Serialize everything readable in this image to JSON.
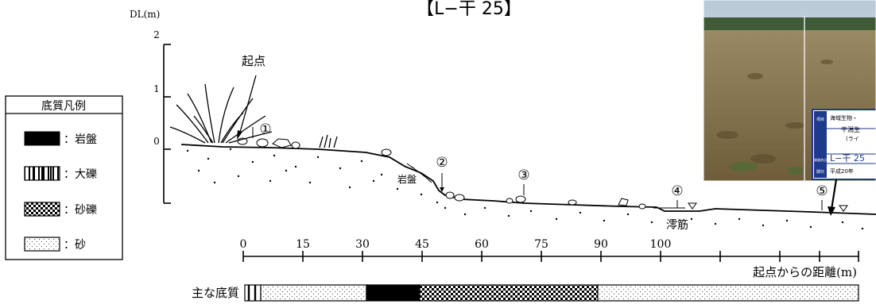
{
  "title": "【L−干 25】",
  "vertical_axis": {
    "label": "DL(m)",
    "ticks": [
      "2",
      "1",
      "0"
    ]
  },
  "start_label": "起点",
  "point_markers": [
    "①",
    "②",
    "③",
    "④",
    "⑤"
  ],
  "feature_labels": {
    "bedrock": "岩盤",
    "channel": "澪筋"
  },
  "distance_axis": {
    "ticks": [
      "0",
      "15",
      "30",
      "45",
      "60",
      "75",
      "90",
      "100"
    ],
    "label": "起点からの距離(m)"
  },
  "substrate_bar": {
    "label": "主な底質"
  },
  "legend": {
    "title": "底質凡例",
    "items": [
      {
        "label": "：岩盤",
        "pattern": "solid-black"
      },
      {
        "label": "：大礫",
        "pattern": "vertical-bars"
      },
      {
        "label": "：砂礫",
        "pattern": "checker"
      },
      {
        "label": "：砂",
        "pattern": "dots"
      }
    ]
  },
  "photo": {
    "board_rows": [
      {
        "head": "項目",
        "value": "海域生物・"
      },
      {
        "head": "",
        "value": "干潟生"
      },
      {
        "head": "",
        "value": "(ライ"
      },
      {
        "head": "調査地点",
        "value": "L−干 25"
      },
      {
        "head": "期日",
        "value": "平成20年"
      }
    ]
  },
  "colors": {
    "ink": "#000000",
    "sky": "#9fb6c8",
    "tree_line": "#3f5a36",
    "mudflat": "#8e7a52",
    "board_blue": "#1e3a8a"
  }
}
